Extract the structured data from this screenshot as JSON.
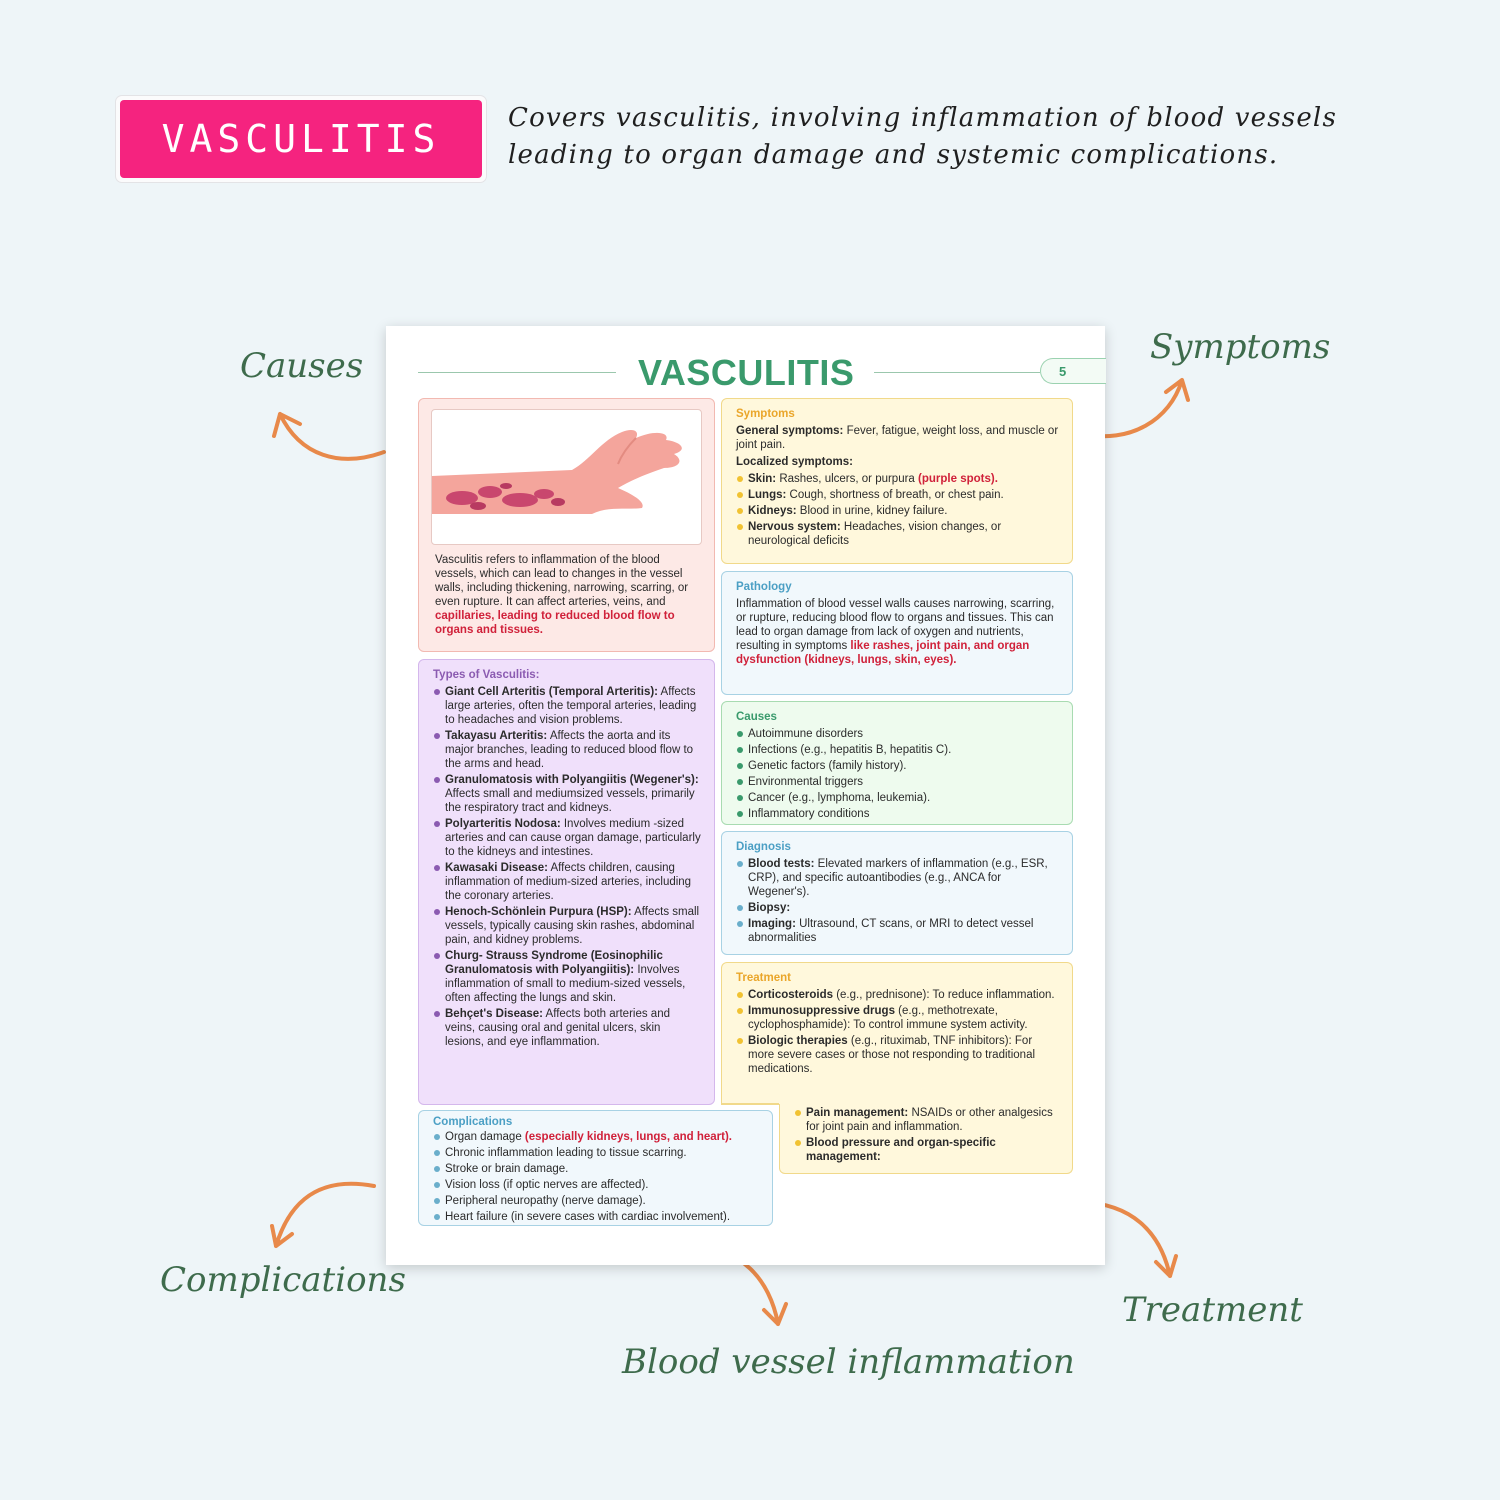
{
  "banner": {
    "title": "VASCULITIS"
  },
  "intro": "Covers vasculitis, involving inflammation of blood vessels leading to organ damage and systemic complications.",
  "callouts": {
    "causes": "Causes",
    "symptoms": "Symptoms",
    "complications": "Complications",
    "treatment": "Treatment",
    "blood_vessel": "Blood vessel inflammation"
  },
  "sheet": {
    "title": "VASCULITIS",
    "page_number": "5",
    "intro_box": {
      "text": "Vasculitis refers to inflammation of the blood vessels, which can lead to changes in the vessel walls, including thickening, narrowing, scarring, or even rupture. It can affect arteries, veins, and ",
      "highlight": "capillaries, leading to reduced blood flow to organs and tissues."
    },
    "types": {
      "title": "Types of Vasculitis:",
      "items": [
        {
          "term": "Giant Cell Arteritis (Temporal Arteritis):",
          "desc": " Affects large arteries, often the temporal arteries, leading to headaches and vision problems."
        },
        {
          "term": "Takayasu Arteritis:",
          "desc": " Affects the aorta and its major branches, leading to reduced blood flow to the arms and head."
        },
        {
          "term": "Granulomatosis with Polyangiitis (Wegener's):",
          "desc": " Affects small and mediumsized vessels, primarily the respiratory tract and kidneys."
        },
        {
          "term": "Polyarteritis Nodosa:",
          "desc": " Involves medium -sized arteries and can cause organ damage, particularly to the kidneys and intestines."
        },
        {
          "term": "Kawasaki Disease:",
          "desc": " Affects children, causing inflammation of medium-sized arteries, including the coronary arteries."
        },
        {
          "term": "Henoch-Schönlein Purpura (HSP):",
          "desc": " Affects small vessels, typically causing skin rashes, abdominal pain, and kidney problems."
        },
        {
          "term": "Churg- Strauss Syndrome (Eosinophilic Granulomatosis with Polyangiitis):",
          "desc": " Involves inflammation of small to medium-sized vessels, often affecting the lungs and skin."
        },
        {
          "term": "Behçet's Disease:",
          "desc": " Affects both arteries and veins, causing oral and genital ulcers, skin lesions, and eye inflammation."
        }
      ]
    },
    "complications": {
      "title": "Complications",
      "first": "Organ damage ",
      "first_highlight": "(especially kidneys, lungs, and heart).",
      "items": [
        "Chronic inflammation leading to tissue scarring.",
        "Stroke or brain damage.",
        "Vision loss (if optic nerves are affected).",
        "Peripheral neuropathy (nerve damage).",
        "Heart failure (in severe cases with cardiac involvement)."
      ]
    },
    "symptoms": {
      "title": "Symptoms",
      "general_label": "General symptoms:",
      "general_text": " Fever, fatigue, weight loss, and muscle or joint pain.",
      "localized_label": "Localized symptoms:",
      "skin_label": "Skin:",
      "skin_text": " Rashes, ulcers, or purpura ",
      "skin_highlight": "(purple spots).",
      "items": [
        {
          "term": "Lungs:",
          "desc": " Cough, shortness of breath, or chest pain."
        },
        {
          "term": "Kidneys:",
          "desc": " Blood in urine, kidney failure."
        },
        {
          "term": "Nervous system:",
          "desc": " Headaches, vision changes, or neurological deficits"
        }
      ]
    },
    "pathology": {
      "title": "Pathology",
      "text": "Inflammation of blood vessel walls causes narrowing, scarring, or rupture, reducing blood flow to organs and tissues. This can lead to organ damage from lack of oxygen and nutrients, resulting in symptoms ",
      "highlight": "like rashes, joint pain, and organ dysfunction (kidneys, lungs, skin, eyes)."
    },
    "causes": {
      "title": "Causes",
      "items": [
        "Autoimmune disorders",
        "Infections (e.g., hepatitis B, hepatitis C).",
        "Genetic factors (family history).",
        "Environmental triggers",
        "Cancer (e.g., lymphoma, leukemia).",
        "Inflammatory conditions"
      ]
    },
    "diagnosis": {
      "title": "Diagnosis",
      "items": [
        {
          "term": "Blood tests:",
          "desc": " Elevated markers of inflammation (e.g., ESR, CRP), and specific autoantibodies (e.g., ANCA for Wegener's)."
        },
        {
          "term": "Biopsy:",
          "desc": ""
        },
        {
          "term": "Imaging:",
          "desc": " Ultrasound, CT scans, or MRI to detect vessel abnormalities"
        }
      ]
    },
    "treatment": {
      "title": "Treatment",
      "items": [
        {
          "term": "Corticosteroids",
          "desc": " (e.g., prednisone): To reduce inflammation."
        },
        {
          "term": "Immunosuppressive drugs",
          "desc": " (e.g., methotrexate, cyclophosphamide): To control immune system activity."
        },
        {
          "term": "Biologic therapies",
          "desc": " (e.g., rituximab, TNF inhibitors): For more severe cases or those not responding to traditional medications."
        },
        {
          "term": "Pain management:",
          "desc": " NSAIDs or other analgesics for joint pain and inflammation."
        },
        {
          "term": "Blood pressure and organ-specific management:",
          "desc": ""
        }
      ]
    }
  },
  "colors": {
    "banner": "#f5237f",
    "heading": "#3a9a6c",
    "callout": "#3e6b4c",
    "arrow": "#e8894a",
    "highlight": "#d0213a"
  }
}
